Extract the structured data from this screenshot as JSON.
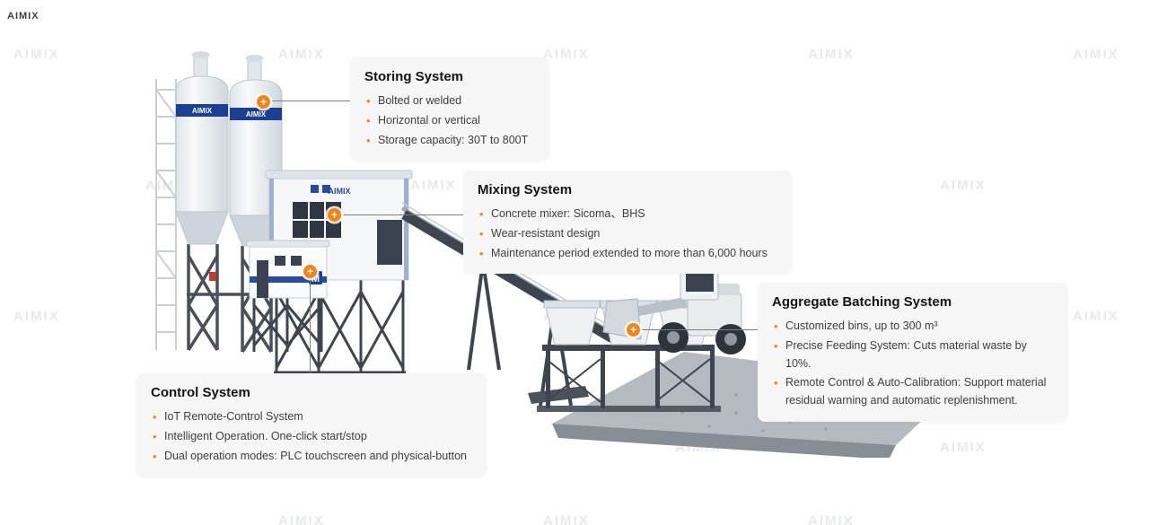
{
  "brand": {
    "name": "AIMIX",
    "logo_letter": "M",
    "watermark_text": "AIMIX",
    "accent_orange": "#f08519",
    "brand_blue": "#1d3f90"
  },
  "icons": {
    "plus": "+"
  },
  "callouts": {
    "storing": {
      "title": "Storing System",
      "bullets": [
        "Bolted or welded",
        "Horizontal or vertical",
        "Storage capacity: 30T to 800T"
      ]
    },
    "mixing": {
      "title": "Mixing System",
      "bullets": [
        "Concrete mixer: Sicoma、BHS",
        "Wear-resistant design",
        "Maintenance period extended to more than 6,000 hours"
      ]
    },
    "aggregate": {
      "title": "Aggregate Batching System",
      "bullets": [
        "Customized bins, up to 300 m³",
        "Precise Feeding System: Cuts material waste by 10%.",
        "Remote Control & Auto-Calibration: Support material residual warning and automatic replenishment."
      ]
    },
    "control": {
      "title": "Control System",
      "bullets": [
        "IoT Remote-Control System",
        "Intelligent Operation. One-click start/stop",
        "Dual operation modes: PLC touchscreen and physical-button"
      ]
    }
  }
}
